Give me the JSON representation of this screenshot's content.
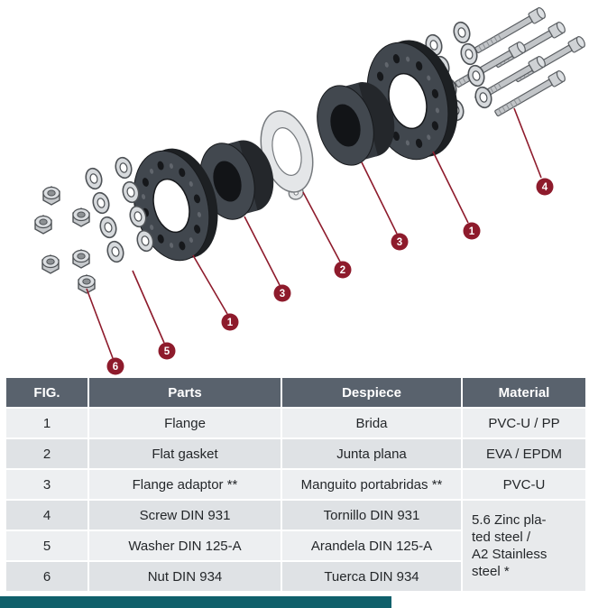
{
  "diagram": {
    "callouts": [
      {
        "label": "4"
      },
      {
        "label": "1"
      },
      {
        "label": "3"
      },
      {
        "label": "2"
      },
      {
        "label": "3"
      },
      {
        "label": "1"
      },
      {
        "label": "5"
      },
      {
        "label": "6"
      }
    ]
  },
  "table": {
    "headers": {
      "fig": "FIG.",
      "parts": "Parts",
      "despiece": "Despiece",
      "material": "Material"
    },
    "rows": [
      {
        "fig": "1",
        "part": "Flange",
        "despiece": "Brida",
        "material": "PVC-U / PP"
      },
      {
        "fig": "2",
        "part": "Flat gasket",
        "despiece": "Junta plana",
        "material": "EVA / EPDM"
      },
      {
        "fig": "3",
        "part": "Flange adaptor **",
        "despiece": "Manguito portabridas **",
        "material": "PVC-U"
      },
      {
        "fig": "4",
        "part": "Screw DIN 931",
        "despiece": "Tornillo DIN 931"
      },
      {
        "fig": "5",
        "part": "Washer DIN 125-A",
        "despiece": "Arandela DIN 125-A"
      },
      {
        "fig": "6",
        "part": "Nut DIN 934",
        "despiece": "Tuerca DIN 934"
      }
    ],
    "merged_material": "5.6 Zinc pla-\nted steel /\nA2 Stainless\nsteel *"
  },
  "colors": {
    "callout_red": "#8e1b2c",
    "table_header_bg": "#59626d",
    "row_light": "#edeff1",
    "row_dark": "#dfe2e5",
    "accent_bar_teal": "#10606b",
    "part_dark": "#41474e",
    "part_light": "#e4e6e8"
  }
}
